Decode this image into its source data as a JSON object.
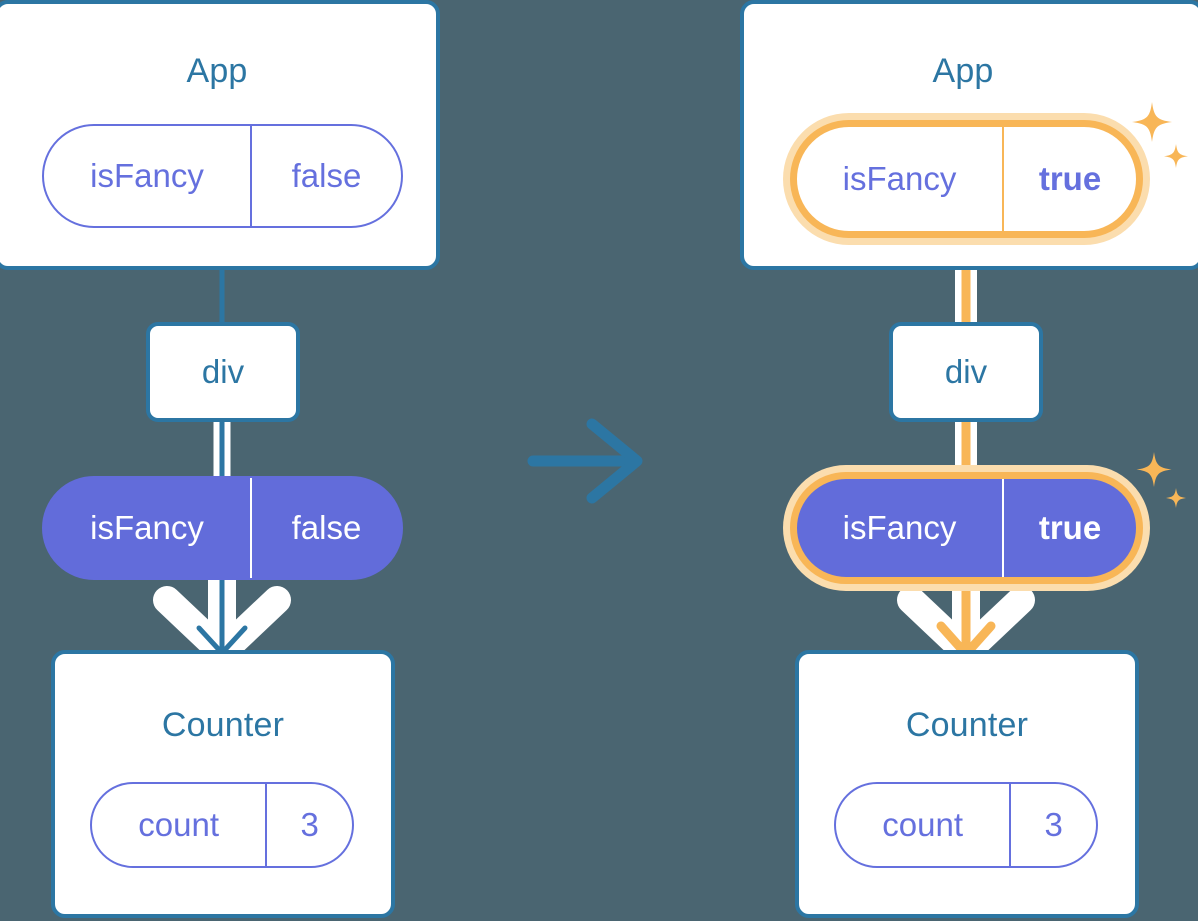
{
  "diagram": {
    "title_left": "App",
    "title_right": "App",
    "transition_arrow": "arrow-right-icon",
    "colors": {
      "background": "#4A6571",
      "box_border": "#2C76A3",
      "box_title_text": "#2C76A3",
      "pill_purple": "#626CDA",
      "pill_outline_purple": "#6570DE",
      "highlight_orange": "#F8B657",
      "highlight_glow": "#FBDDAE",
      "wire_blue": "#2C76A3",
      "wire_white": "#FFFFFF"
    },
    "before": {
      "app": {
        "title": "App",
        "state": {
          "name": "isFancy",
          "value": "false"
        }
      },
      "div": {
        "label": "div"
      },
      "prop": {
        "name": "isFancy",
        "value": "false"
      },
      "counter": {
        "title": "Counter",
        "state": {
          "name": "count",
          "value": "3"
        }
      }
    },
    "after": {
      "app": {
        "title": "App",
        "state": {
          "name": "isFancy",
          "value": "true"
        }
      },
      "div": {
        "label": "div"
      },
      "prop": {
        "name": "isFancy",
        "value": "true"
      },
      "counter": {
        "title": "Counter",
        "state": {
          "name": "count",
          "value": "3"
        }
      },
      "sparkle_top": "sparkle-icon",
      "sparkle_bottom": "sparkle-icon"
    }
  }
}
